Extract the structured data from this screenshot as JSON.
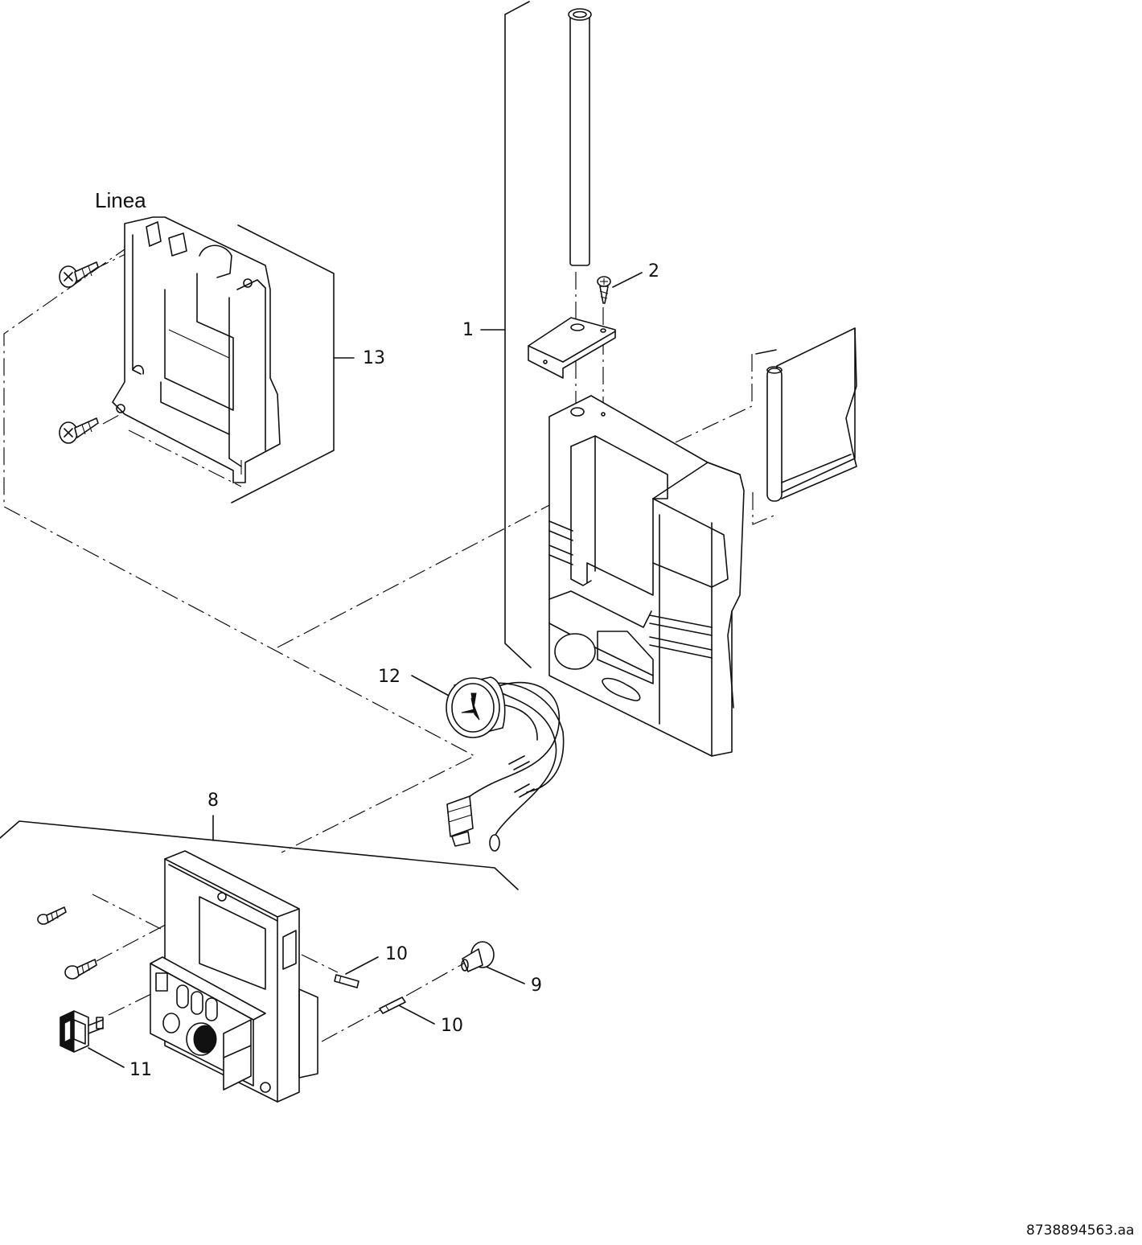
{
  "diagram": {
    "title": "Linea",
    "document_id": "8738894563.aa",
    "callouts": [
      {
        "id": "c1",
        "text": "1"
      },
      {
        "id": "c2",
        "text": "2"
      },
      {
        "id": "c8",
        "text": "8"
      },
      {
        "id": "c9",
        "text": "9"
      },
      {
        "id": "c10a",
        "text": "10"
      },
      {
        "id": "c10b",
        "text": "10"
      },
      {
        "id": "c11",
        "text": "11"
      },
      {
        "id": "c12",
        "text": "12"
      },
      {
        "id": "c13",
        "text": "13"
      }
    ]
  }
}
